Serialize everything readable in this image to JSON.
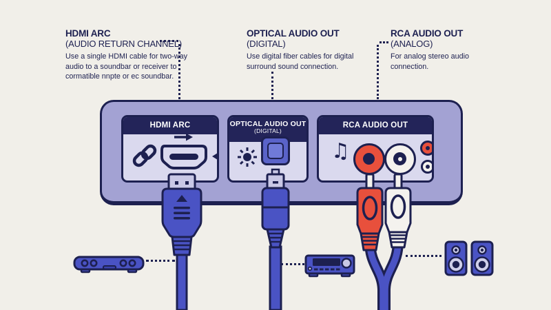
{
  "colors": {
    "background": "#f1efe9",
    "outline_navy": "#1d2050",
    "panel_lavender": "#a3a2d3",
    "port_body": "#dad9ee",
    "header_navy": "#232459",
    "cable_blue": "#4a53c4",
    "optical_blue": "#5a63c9",
    "rca_red": "#e8503c",
    "rca_white": "#f4f2ee",
    "metal_lavender": "#c9c8e6"
  },
  "annotations": {
    "hdmi": {
      "title": "HDMI ARC",
      "subtitle": "(AUDIO RETURN CHANNEL)",
      "description": "Use a single HDMI cable for two-way audio to a soundbar or receiver to cormatible nnpte or ec soundbar."
    },
    "optical": {
      "title": "OPTICAL AUDIO OUT",
      "subtitle": "(DIGITAL)",
      "description": "Use digital fiber cables for digital surround sound connection."
    },
    "rca": {
      "title": "RCA AUDIO OUT",
      "subtitle": "(ANALOG)",
      "description": "For analog stereo audio connection."
    }
  },
  "ports": {
    "hdmi": {
      "header": "HDMI ARC"
    },
    "optical": {
      "header": "OPTICAL AUDIO OUT",
      "header_sub": "(DIGITAL)"
    },
    "rca": {
      "header": "RCA AUDIO OUT"
    }
  },
  "glyphs": {
    "music_note": "♫"
  },
  "devices": {
    "soundbar": "soundbar",
    "receiver": "av-receiver",
    "speakers": "stereo-speakers"
  }
}
